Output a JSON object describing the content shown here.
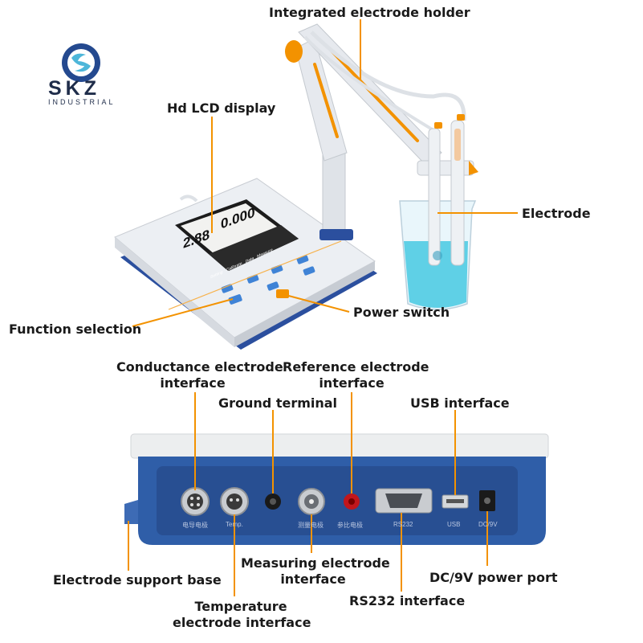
{
  "brand": {
    "name": "SKZ",
    "subtitle": "INDUSTRIAL"
  },
  "colors": {
    "accent_orange": "#f39200",
    "device_blue": "#2b4f9e",
    "liquid_cyan": "#5fd0e6"
  },
  "lcd": {
    "reading_1": "2.88",
    "reading_2": "0.000",
    "softkeys": [
      "Setting",
      "Calibrate",
      "Data",
      "Measure"
    ]
  },
  "callouts": {
    "electrode_holder": "Integrated electrode holder",
    "lcd_display": "Hd LCD display",
    "electrode": "Electrode",
    "power_switch": "Power switch",
    "function_selection": "Function selection",
    "conductance_interface": [
      "Conductance electrode",
      "interface"
    ],
    "reference_interface": [
      "Reference electrode",
      "interface"
    ],
    "ground_terminal": "Ground terminal",
    "usb_interface": "USB interface",
    "support_base": "Electrode support base",
    "measuring_interface": [
      "Measuring electrode",
      "interface"
    ],
    "dc_power_port": "DC/9V power port",
    "temperature_interface": [
      "Temperature",
      "electrode interface"
    ],
    "rs232_interface": "RS232 interface"
  },
  "panel_labels": {
    "conductance": "电导电极",
    "temp": "Temp.",
    "measuring": "测量电极",
    "reference": "参比电极",
    "rs232": "RS232",
    "usb": "USB",
    "dc": "DC/9V"
  }
}
